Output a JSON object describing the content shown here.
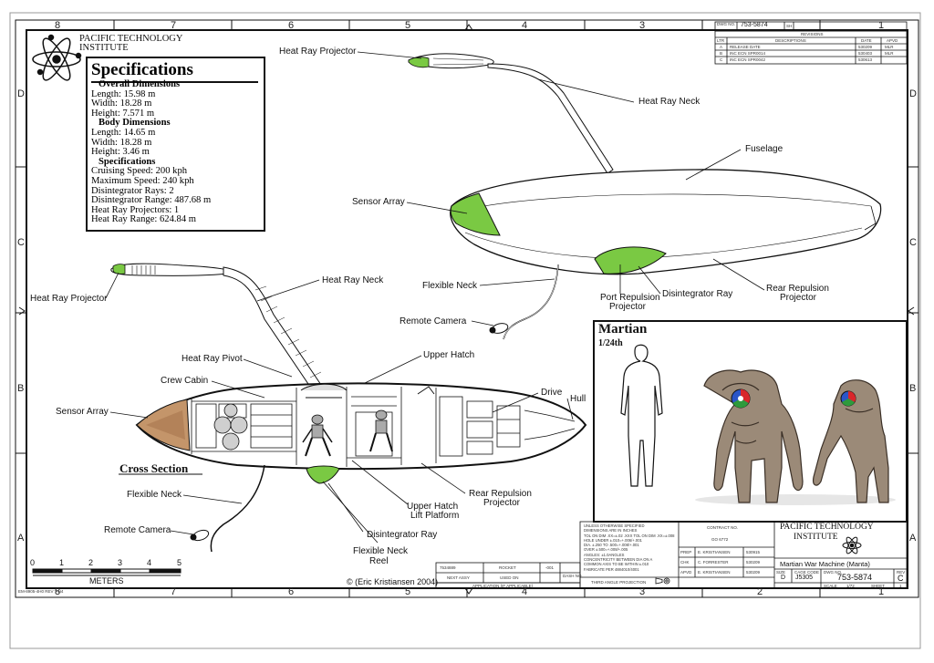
{
  "drawing": {
    "institute_name_line1": "PACIFIC TECHNOLOGY",
    "institute_name_line2": "INSTITUTE",
    "dwg_no_label": "DWG NO.",
    "dwg_no": "753-5874",
    "sh_label": "SH",
    "revisions": {
      "title": "REVISIONS",
      "headers": [
        "LTR",
        "DESCRIPTIONS",
        "DATE",
        "APVD"
      ],
      "rows": [
        [
          "A",
          "RELEASE DATE",
          "530209",
          "MLR"
        ],
        [
          "B",
          "INC ECN SPR0014",
          "530403",
          "MLR"
        ],
        [
          "C",
          "INC ECN SPR0042",
          "530613",
          ""
        ]
      ]
    },
    "column_numbers": [
      "8",
      "7",
      "6",
      "5",
      "4",
      "3",
      "2",
      "1"
    ],
    "row_letters": [
      "D",
      "C",
      "B",
      "A"
    ]
  },
  "specifications": {
    "title": "Specifications",
    "lines": [
      {
        "text": "Overall Dimensions",
        "heading": true
      },
      {
        "text": "Length: 15.98 m"
      },
      {
        "text": "Width: 18.28 m"
      },
      {
        "text": "Height: 7.571 m"
      },
      {
        "text": "Body Dimensions",
        "heading": true
      },
      {
        "text": "Length: 14.65 m"
      },
      {
        "text": "Width: 18.28 m"
      },
      {
        "text": "Height: 3.46 m"
      },
      {
        "text": "Specifications",
        "heading": true
      },
      {
        "text": "Cruising Speed: 200 kph"
      },
      {
        "text": "Maximum Speed: 240 kph"
      },
      {
        "text": "Disintegrator Rays: 2"
      },
      {
        "text": "Disintegrator Range: 487.68 m"
      },
      {
        "text": "Heat Ray Projectors: 1"
      },
      {
        "text": "Heat Ray Range: 624.84 m"
      }
    ]
  },
  "callouts": {
    "heat_ray_projector_top": "Heat Ray Projector",
    "heat_ray_neck_top": "Heat Ray Neck",
    "fuselage": "Fuselage",
    "sensor_array_top": "Sensor Array",
    "flexible_neck_top": "Flexible Neck",
    "remote_camera_top": "Remote Camera",
    "port_repulsion_line1": "Port Repulsion",
    "port_repulsion_line2": "Projector",
    "disintegrator_ray_top": "Disintegrator Ray",
    "rear_repulsion_top_line1": "Rear Repulsion",
    "rear_repulsion_top_line2": "Projector",
    "heat_ray_projector_left": "Heat Ray Projector",
    "heat_ray_neck_cs": "Heat Ray Neck",
    "heat_ray_pivot": "Heat Ray Pivot",
    "upper_hatch": "Upper Hatch",
    "crew_cabin": "Crew Cabin",
    "drive": "Drive",
    "hull": "Hull",
    "sensor_array_cs": "Sensor Array",
    "cross_section": "Cross Section",
    "flexible_neck_cs": "Flexible Neck",
    "remote_camera_cs": "Remote Camera",
    "upper_hatch_lift_line1": "Upper Hatch",
    "upper_hatch_lift_line2": "Lift Platform",
    "rear_repulsion_cs_line1": "Rear Repulsion",
    "rear_repulsion_cs_line2": "Projector",
    "disintegrator_ray_cs": "Disintegrator Ray",
    "flexible_neck_reel_line1": "Flexible Neck",
    "flexible_neck_reel_line2": "Reel"
  },
  "martian": {
    "title": "Martian",
    "scale": "1/24th"
  },
  "scale_bar": {
    "ticks": [
      "0",
      "1",
      "2",
      "3",
      "4",
      "5"
    ],
    "label": "METERS"
  },
  "copyright": "© (Eric Kristiansen 2004)",
  "title_block": {
    "notes": [
      "UNLESS OTHERWISE SPECIFIED",
      "DIMENSIONS ARE IN INCHES",
      "TOL ON DIM .XX=±.02  .XXX TOL ON DIM .XX=±.008",
      "HOLE   UNDER ±.010=+.006/+.001",
      "DIA.   ±.250 TO .500=+.008/+.001",
      "       OVER ±.500=+.008/+.005",
      "ANGLES: ±1.0ANGLES",
      "CONCENTRICITY BETWEEN DIA ON A",
      "COMMON AXIS TO BE WITHIN ±.010",
      "FABRICATE PER 4884010/4001"
    ],
    "third_angle": "THIRD ANGLE PROJECTION",
    "contract_label": "CONTRACT NO.",
    "contract_no": "GO 6772",
    "prep_label": "PREP",
    "prep_name": "E. KRISTIANSEN",
    "prep_date": "530915",
    "chk_label": "CHK",
    "chk_name": "C. FORRESTER",
    "chk_date": "530209",
    "apvd_label": "APVD",
    "apvd_name": "E. KRISTIANSEN",
    "apvd_date": "530209",
    "company_line1": "PACIFIC TECHNOLOGY",
    "company_line2": "INSTITUTE",
    "drawing_title": "Martian War Machine (Manta)",
    "size_label": "SIZE",
    "size": "D",
    "cage_label": "CAGE CODE",
    "cage": "J5305",
    "dwg_label": "DWG NO.",
    "dwg_no": "753-5874",
    "rev_label": "REV",
    "rev": "C",
    "scale_label": "SCALE",
    "scale": "1/72",
    "sheet_label": "SHEET",
    "sheet": "1",
    "next_assy_no": "7534889",
    "next_assy_name": "ROCKET",
    "next_assy_label": "NEXT ASSY",
    "used_on_label": "USED ON",
    "dash_no": "-001",
    "dash_label": "DASH NO.",
    "application": "APPLICATION (IF APPLICABLE)"
  },
  "margin_code": "EM-8905-4H0 REV T-H4",
  "colors": {
    "green": "#7ac943",
    "ink": "#111111",
    "martian_skin": "#9b8a78",
    "martian_dark": "#5f5144"
  }
}
